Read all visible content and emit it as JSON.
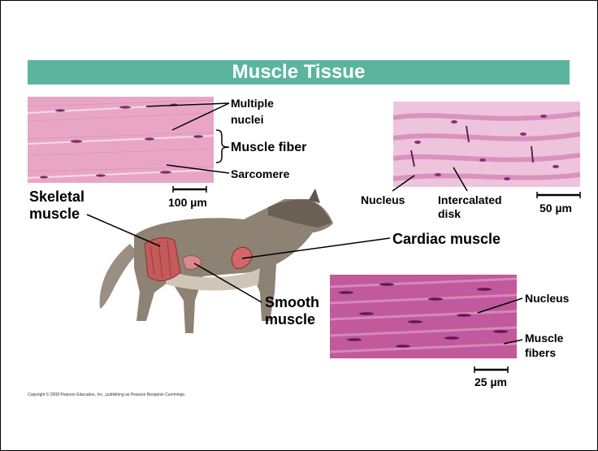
{
  "title": "Muscle Tissue",
  "labels": {
    "multiple": "Multiple",
    "nuclei": "nuclei",
    "muscle_fiber": "Muscle fiber",
    "sarcomere": "Sarcomere",
    "scale_skeletal": "100 µm",
    "skeletal_1": "Skeletal",
    "skeletal_2": "muscle",
    "nucleus_cardiac": "Nucleus",
    "intercalated_1": "Intercalated",
    "intercalated_2": "disk",
    "scale_cardiac": "50 µm",
    "cardiac": "Cardiac muscle",
    "smooth_1": "Smooth",
    "smooth_2": "muscle",
    "nucleus_smooth": "Nucleus",
    "muscle_fibers_1": "Muscle",
    "muscle_fibers_2": "fibers",
    "scale_smooth": "25 µm"
  },
  "copyright": "Copyright © 2008 Pearson Education, Inc., publishing as Pearson Benjamin Cummings.",
  "colors": {
    "title_bar": "#5bb59e",
    "skeletal_tissue": "#e8a6c4",
    "cardiac_tissue": "#eec4dc",
    "smooth_tissue": "#c05a9c"
  }
}
